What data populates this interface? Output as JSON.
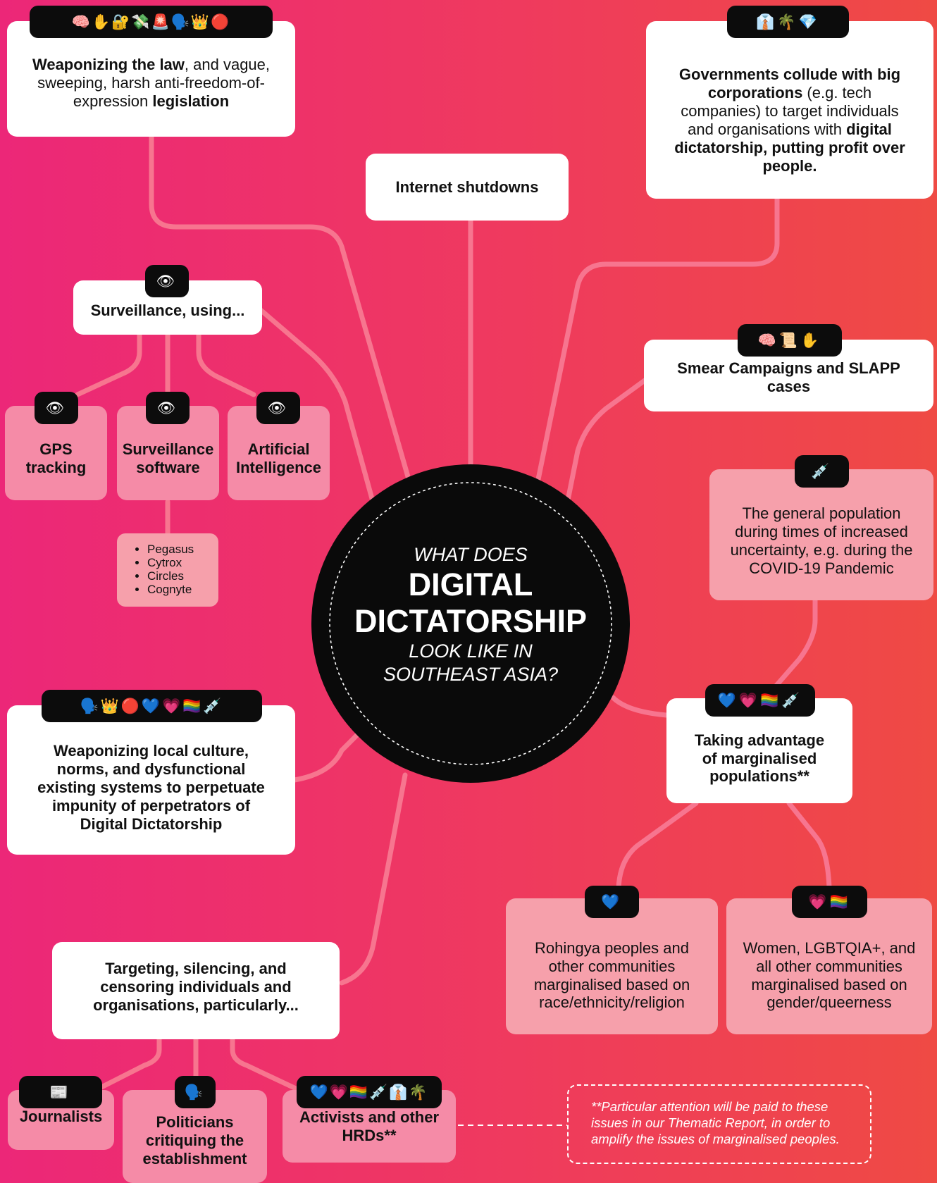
{
  "center": {
    "line1": "WHAT DOES",
    "line2": "DIGITAL",
    "line3": "DICTATORSHIP",
    "line4": "LOOK LIKE IN",
    "line5": "SOUTHEAST ASIA?"
  },
  "weaponizing_law": {
    "icons": "🧠✋🔐💸🚨🗣️👑🔴",
    "bold1": "Weaponizing the law",
    "text1": ", and vague, sweeping, harsh anti-freedom-of-expression ",
    "bold2": "legislation"
  },
  "internet_shutdowns": {
    "label": "Internet shutdowns"
  },
  "collusion": {
    "icons": "👔🌴💎",
    "bold1": "Governments collude with big corporations",
    "text1": " (e.g. tech companies) to target individuals and organisations with ",
    "bold2": "digital dictatorship, putting profit over people."
  },
  "surveillance": {
    "icon": "👁",
    "label": "Surveillance, using...",
    "children": [
      {
        "icon": "👁",
        "label": "GPS tracking"
      },
      {
        "icon": "👁",
        "label": "Surveillance software"
      },
      {
        "icon": "👁",
        "label": "Artificial Intelligence"
      }
    ],
    "software_list": [
      "Pegasus",
      "Cytrox",
      "Circles",
      "Cognyte"
    ]
  },
  "smear": {
    "icons": "🧠📜✋",
    "label": "Smear Campaigns and SLAPP cases"
  },
  "covid": {
    "icon": "💉",
    "label": "The general population during times of increased uncertainty, e.g. during the COVID-19 Pandemic"
  },
  "culture": {
    "icons": "🗣️👑🔴💙💗🏳️‍🌈💉",
    "label": "Weaponizing local culture, norms, and dysfunctional existing systems to perpetuate impunity of perpetrators of Digital Dictatorship"
  },
  "marginalised": {
    "icons": "💙💗🏳️‍🌈💉",
    "label": "Taking advantage of marginalised populations**"
  },
  "rohingya": {
    "icon": "💙",
    "label": "Rohingya peoples and other communities marginalised based on race/ethnicity/religion"
  },
  "women": {
    "icons": "💗🏳️‍🌈",
    "label": "Women, LGBTQIA+, and all other communities marginalised based on gender/queerness"
  },
  "targeting": {
    "label": "Targeting, silencing, and censoring individuals and organisations, particularly..."
  },
  "journalists": {
    "icon": "📰",
    "label": "Journalists"
  },
  "politicians": {
    "icon": "🗣️",
    "label": "Politicians critiquing the establishment"
  },
  "activists": {
    "icons": "💙💗🏳️‍🌈💉👔🌴",
    "label": "Activists and other HRDs**"
  },
  "note": {
    "text": "**Particular attention will be paid to these issues in our Thematic Report, in order to amplify the issues of marginalised peoples."
  }
}
